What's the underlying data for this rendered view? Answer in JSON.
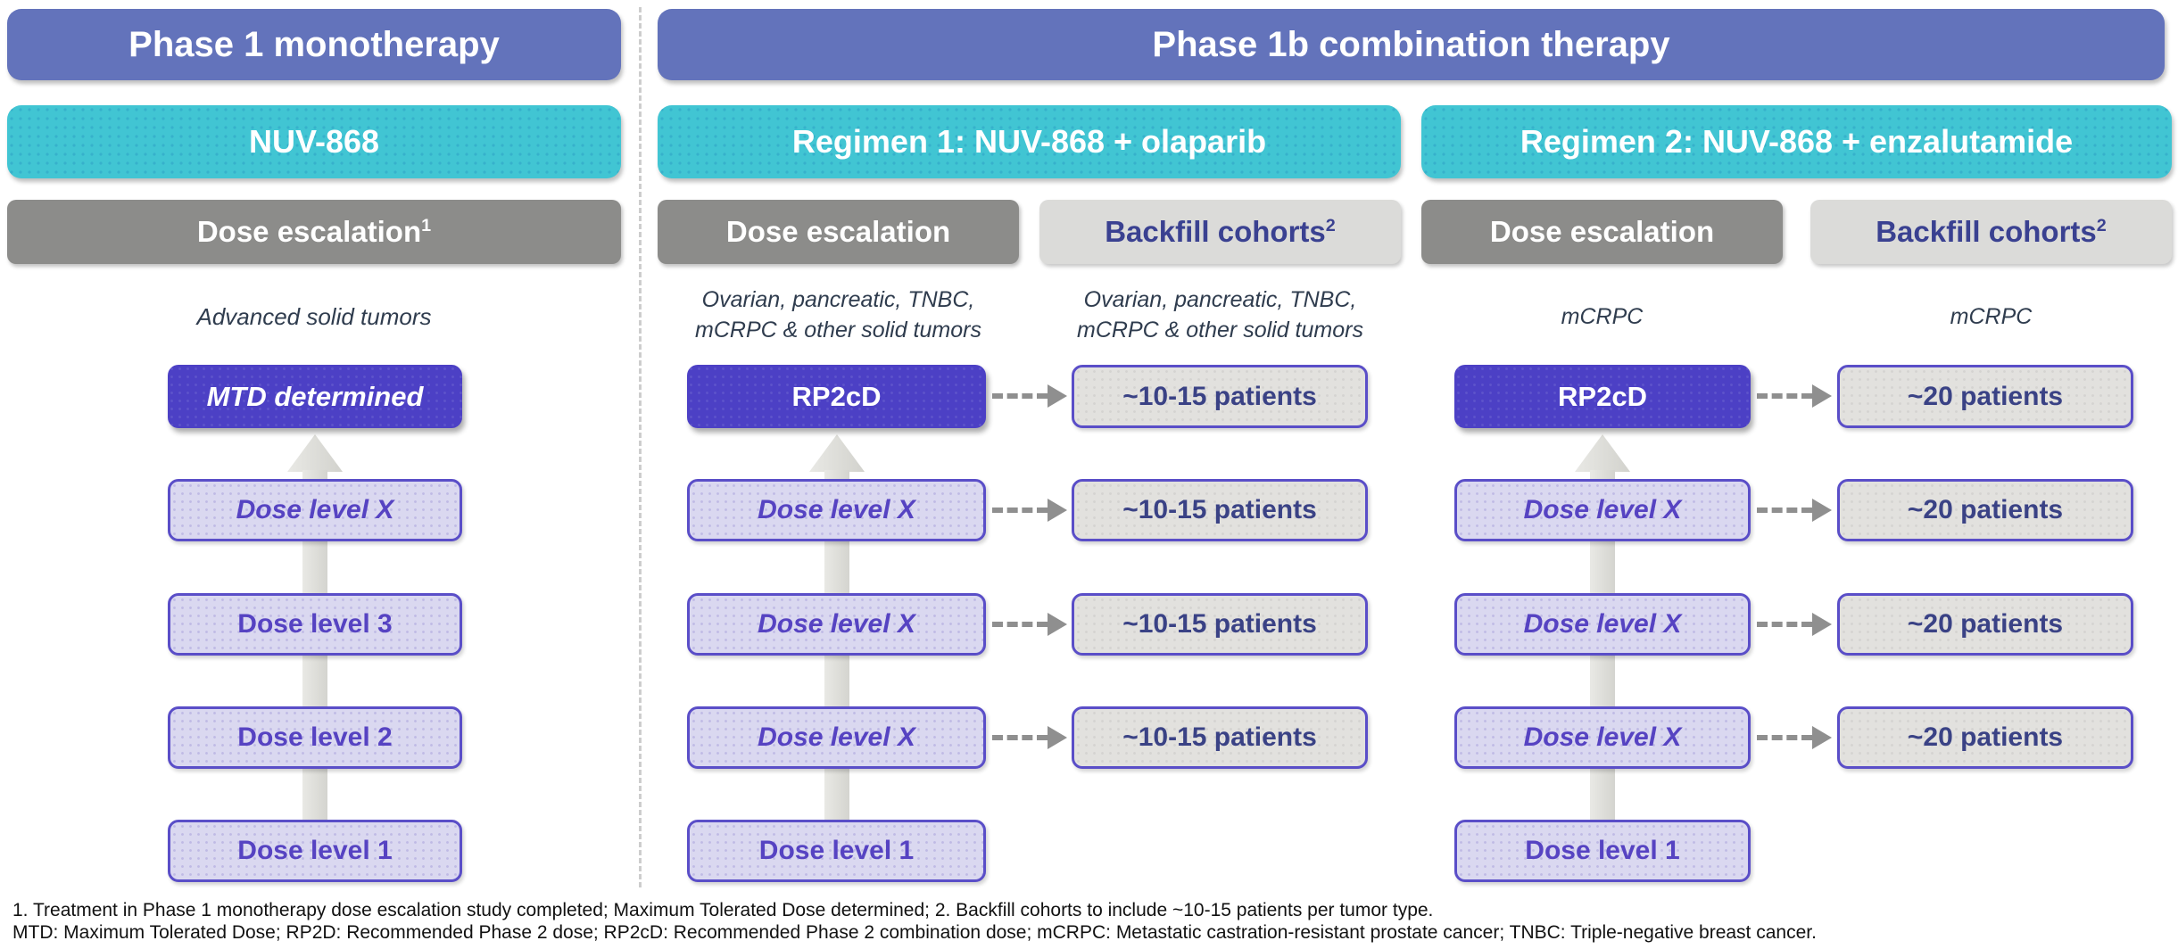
{
  "colors": {
    "header_blue": "#6373BB",
    "teal": "#41C5D3",
    "dark_gray": "#8C8C8A",
    "light_gray": "#DBDBD9",
    "navy": "#3A4191",
    "slate": "#2F3C4E",
    "purple_box": "#4C40C5",
    "lavender": "#DAD8F0",
    "lavender_border": "#5A4EC8",
    "purple_text": "#5643C2",
    "patients_gray": "#E2E1DE",
    "patients_text": "#3A4285",
    "arrow_gray": "#8F8F8F"
  },
  "mono": {
    "phase_header": "Phase 1 monotherapy",
    "drug_bar": "NUV-868",
    "stage_bar": {
      "label": "Dose escalation",
      "sup": "1"
    },
    "population_lines": [
      "Advanced solid tumors"
    ],
    "top_box": "MTD determined",
    "dose_levels": [
      "Dose level X",
      "Dose level 3",
      "Dose level 2",
      "Dose level 1"
    ]
  },
  "combo": {
    "phase_header": "Phase 1b combination therapy",
    "regimens": [
      {
        "drug_bar": "Regimen 1: NUV-868 + olaparib",
        "escalation_bar": {
          "label": "Dose escalation"
        },
        "backfill_bar": {
          "label": "Backfill cohorts",
          "sup": "2"
        },
        "escalation_population_lines": [
          "Ovarian, pancreatic, TNBC,",
          "mCRPC & other solid tumors"
        ],
        "backfill_population_lines": [
          "Ovarian, pancreatic, TNBC,",
          "mCRPC & other solid tumors"
        ],
        "top_box": "RP2cD",
        "dose_levels": [
          "Dose level X",
          "Dose level X",
          "Dose level X",
          "Dose level 1"
        ],
        "backfill_boxes": [
          "~10-15 patients",
          "~10-15 patients",
          "~10-15 patients",
          "~10-15 patients"
        ]
      },
      {
        "drug_bar": "Regimen 2: NUV-868 + enzalutamide",
        "escalation_bar": {
          "label": "Dose escalation"
        },
        "backfill_bar": {
          "label": "Backfill cohorts",
          "sup": "2"
        },
        "escalation_population_lines": [
          "mCRPC"
        ],
        "backfill_population_lines": [
          "mCRPC"
        ],
        "top_box": "RP2cD",
        "dose_levels": [
          "Dose level X",
          "Dose level X",
          "Dose level X",
          "Dose level 1"
        ],
        "backfill_boxes": [
          "~20 patients",
          "~20 patients",
          "~20 patients",
          "~20 patients"
        ]
      }
    ]
  },
  "footnotes": [
    "1. Treatment in Phase 1 monotherapy dose escalation study completed; Maximum Tolerated Dose determined; 2. Backfill cohorts to include ~10-15 patients per tumor type.",
    "MTD: Maximum Tolerated Dose; RP2D: Recommended Phase 2 dose; RP2cD: Recommended Phase 2 combination dose; mCRPC: Metastatic castration-resistant prostate cancer; TNBC: Triple-negative breast cancer."
  ]
}
